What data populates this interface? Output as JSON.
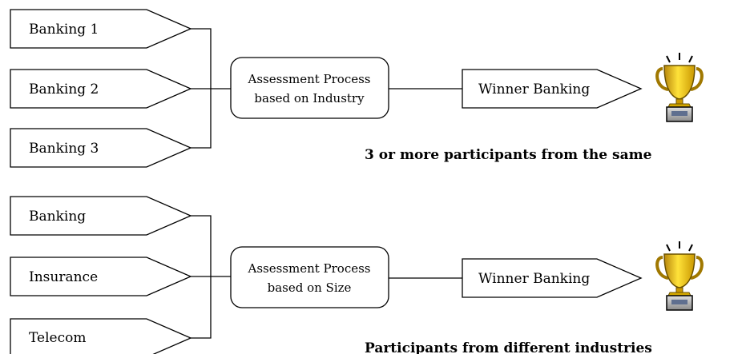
{
  "top": {
    "participants": [
      "Banking 1",
      "Banking 2",
      "Banking 3"
    ],
    "process": [
      "Assessment Process",
      "based on Industry"
    ],
    "winner": "Winner Banking",
    "caption": "3 or more participants from the same"
  },
  "bottom": {
    "participants": [
      "Banking",
      "Insurance",
      "Telecom"
    ],
    "process": [
      "Assessment Process",
      "based on Size"
    ],
    "winner": "Winner Banking",
    "caption": "Participants from different industries"
  },
  "icons": [
    "trophy-icon",
    "trophy-icon"
  ]
}
